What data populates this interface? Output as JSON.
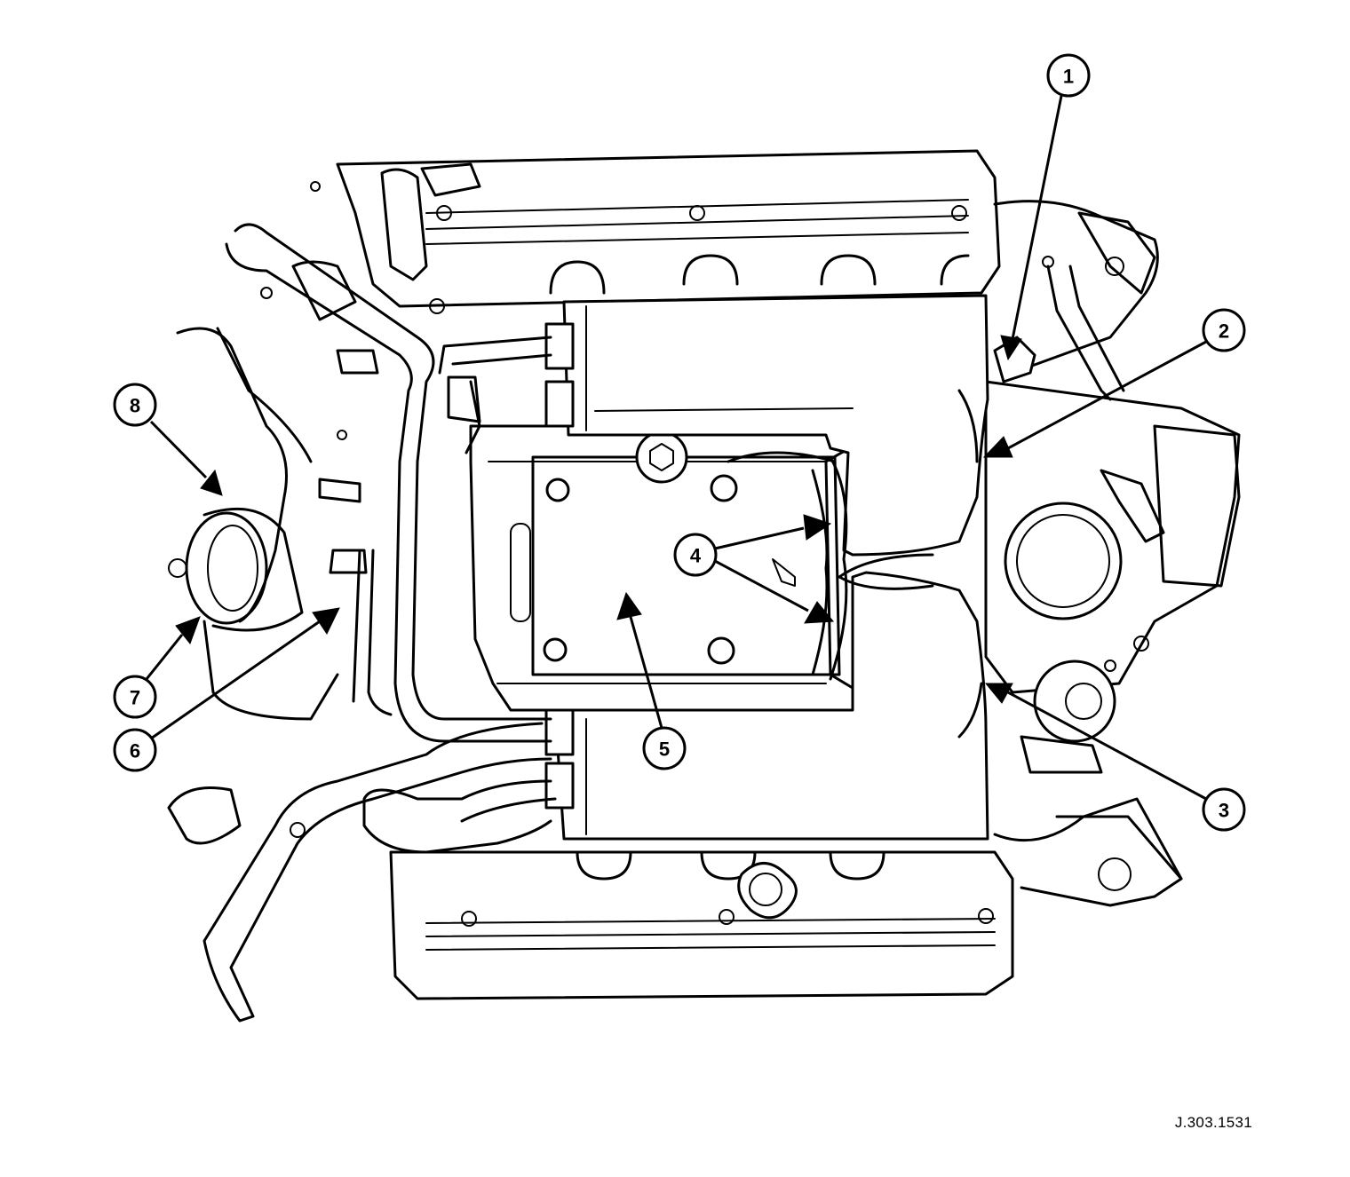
{
  "figure_reference": "J.303.1531",
  "callouts": [
    "1",
    "2",
    "3",
    "4",
    "5",
    "6",
    "7",
    "8"
  ],
  "colors": {
    "ink": "#000000",
    "paper": "#ffffff"
  }
}
